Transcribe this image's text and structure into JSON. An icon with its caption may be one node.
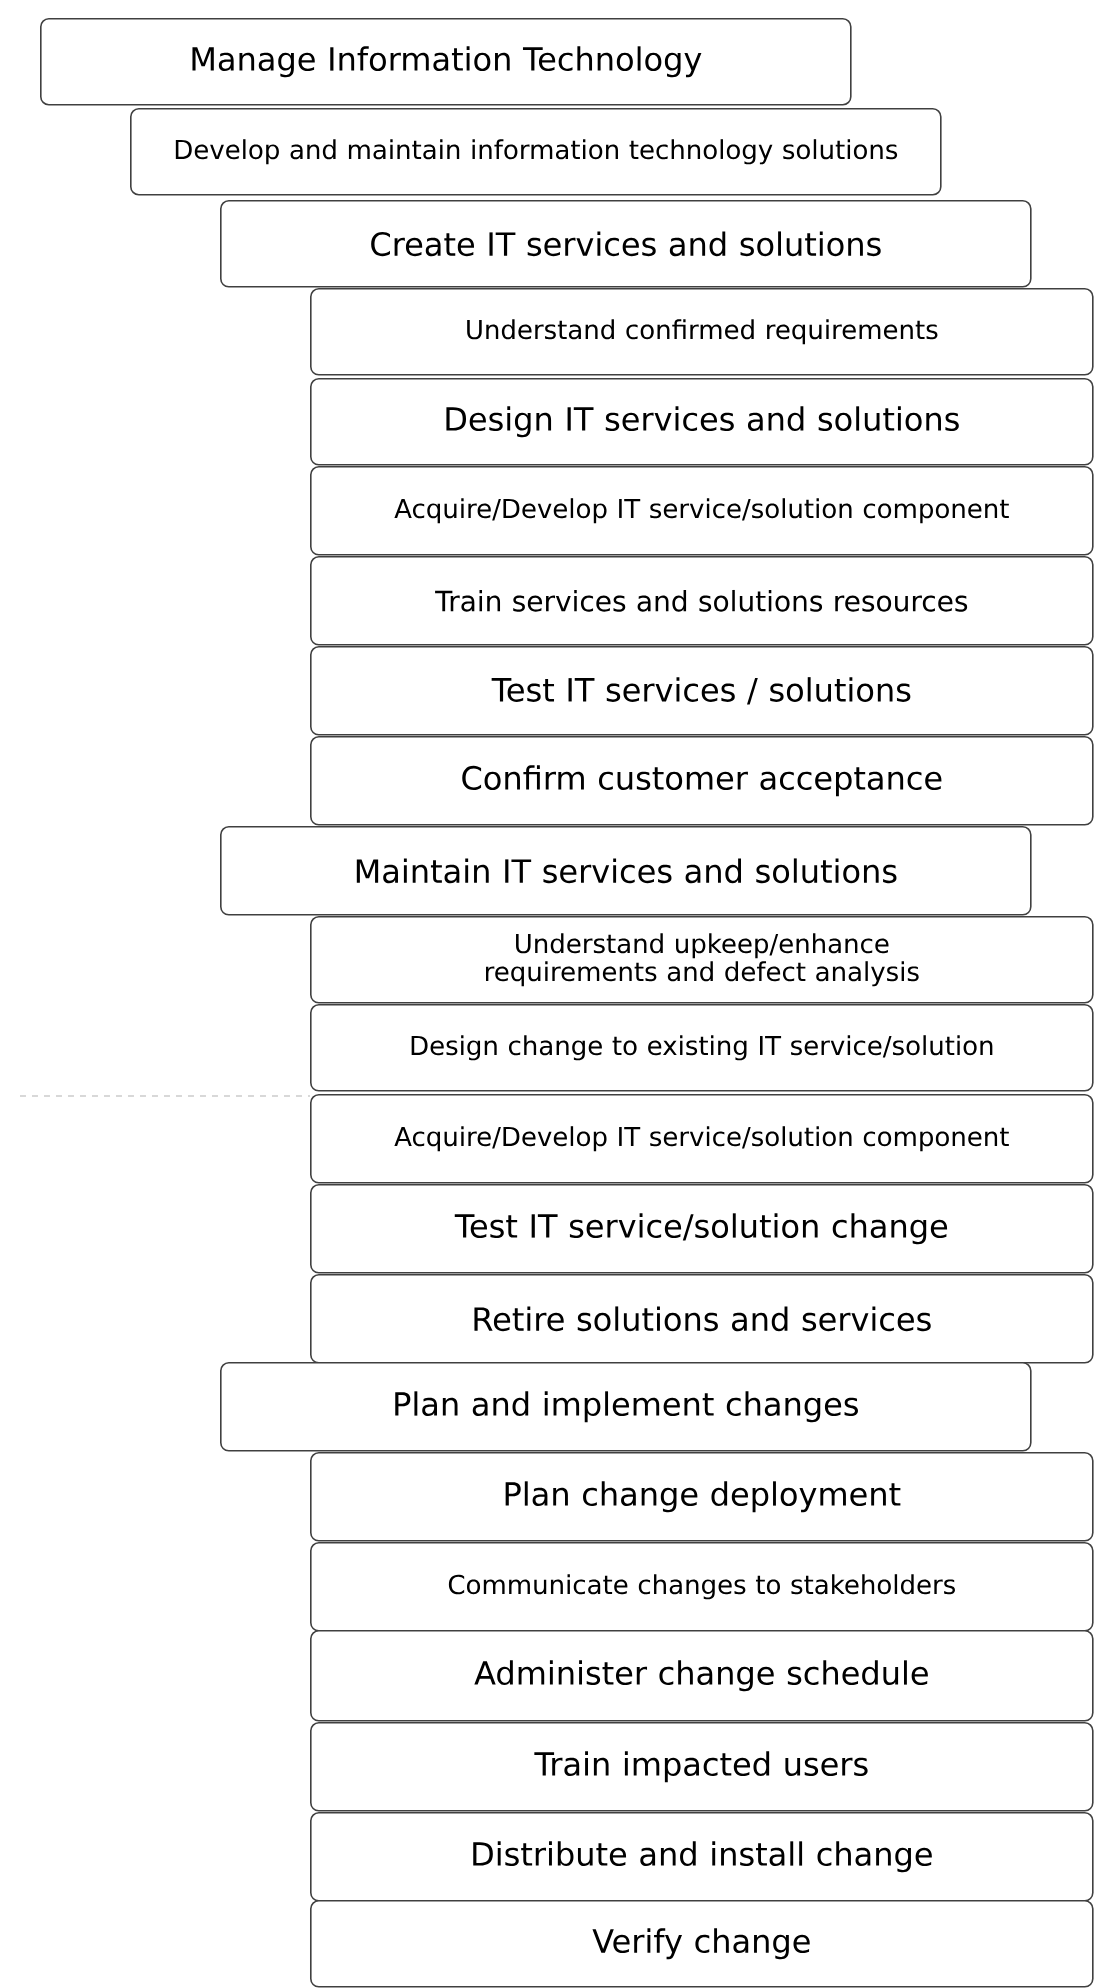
{
  "diagram": {
    "nodes": [
      {
        "text": [
          "Manage Information Technology"
        ]
      },
      {
        "text": [
          "Develop and maintain information technology solutions"
        ]
      },
      {
        "text": [
          "Create IT services and solutions"
        ]
      },
      {
        "text": [
          "Understand confirmed requirements"
        ]
      },
      {
        "text": [
          "Design IT services and solutions"
        ]
      },
      {
        "text": [
          "Acquire/Develop IT service/solution component"
        ]
      },
      {
        "text": [
          "Train services and solutions resources"
        ]
      },
      {
        "text": [
          "Test IT services / solutions"
        ]
      },
      {
        "text": [
          "Confirm customer acceptance"
        ]
      },
      {
        "text": [
          "Maintain IT services and solutions"
        ]
      },
      {
        "text": [
          "Understand upkeep/enhance requirements and defect analysis"
        ]
      },
      {
        "text": [
          "Design change to existing IT service/solution"
        ]
      },
      {
        "text": [
          "Acquire/Develop IT service/solution component"
        ]
      },
      {
        "text": [
          "Test IT service/solution change"
        ]
      },
      {
        "text": [
          "Retire solutions and services"
        ]
      },
      {
        "text": [
          "Plan and implement changes"
        ]
      },
      {
        "text": [
          "Plan change deployment"
        ]
      },
      {
        "text": [
          "Communicate changes to stakeholders"
        ]
      },
      {
        "text": [
          "Administer change schedule"
        ]
      },
      {
        "text": [
          "Train impacted users"
        ]
      },
      {
        "text": [
          "Distribute and install change"
        ]
      },
      {
        "text": [
          "Verify change"
        ]
      }
    ]
  }
}
